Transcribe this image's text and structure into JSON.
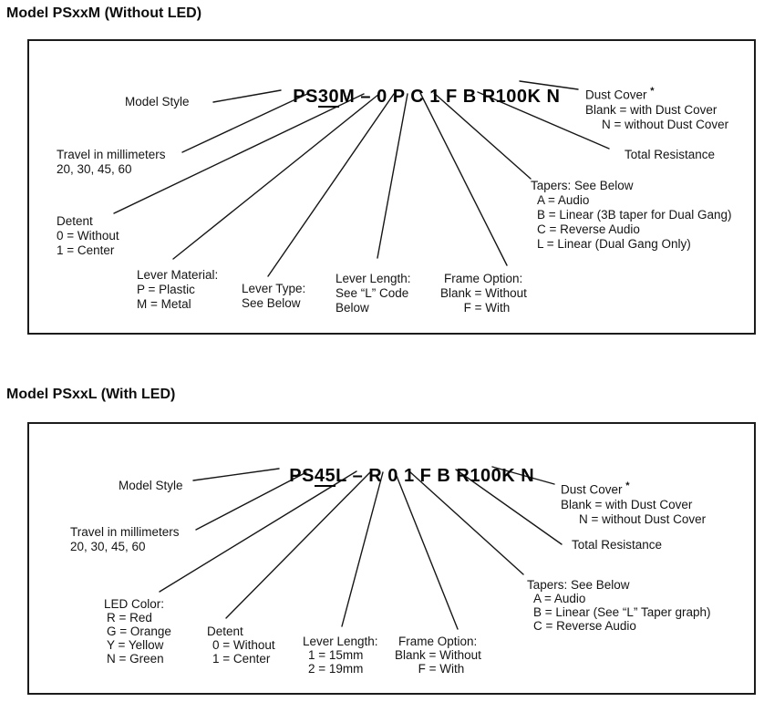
{
  "sections": [
    {
      "title": "Model PSxxM (Without LED)",
      "part_number": {
        "prefix": "PS",
        "underlined": "30",
        "suffix": "M – 0 P C 1 F B R100K N"
      },
      "model_style": "Model Style",
      "travel": [
        "Travel in millimeters",
        "20, 30, 45, 60"
      ],
      "detent": [
        "Detent",
        "0 = Without",
        "1 = Center"
      ],
      "lever_material": [
        "Lever Material:",
        "P = Plastic",
        "M = Metal"
      ],
      "lever_type": [
        "Lever Type:",
        "See Below"
      ],
      "lever_length": [
        "Lever Length:",
        "See “L” Code",
        "Below"
      ],
      "frame_option": [
        "Frame Option:",
        "Blank = Without",
        "F = With"
      ],
      "dust_cover": {
        "title": "Dust Cover",
        "star": "*",
        "lines": [
          "Blank = with Dust Cover",
          "N = without Dust Cover"
        ]
      },
      "total_resistance": "Total Resistance",
      "tapers": [
        "Tapers: See Below",
        "A = Audio",
        "B = Linear (3B taper for Dual Gang)",
        "C = Reverse Audio",
        "L = Linear (Dual Gang Only)"
      ]
    },
    {
      "title": "Model PSxxL (With LED)",
      "part_number": {
        "prefix": "PS",
        "underlined": "45",
        "suffix": "L – R 0 1 F B R100K N"
      },
      "model_style": "Model Style",
      "travel": [
        "Travel in millimeters",
        "20, 30, 45, 60"
      ],
      "led_color": [
        "LED Color:",
        "R = Red",
        "G = Orange",
        "Y = Yellow",
        "N = Green"
      ],
      "detent": [
        "Detent",
        "0 = Without",
        "1 = Center"
      ],
      "lever_length": [
        "Lever Length:",
        "1 = 15mm",
        "2 = 19mm"
      ],
      "frame_option": [
        "Frame Option:",
        "Blank = Without",
        "F = With"
      ],
      "dust_cover": {
        "title": "Dust Cover",
        "star": "*",
        "lines": [
          "Blank = with Dust Cover",
          "N = without Dust Cover"
        ]
      },
      "total_resistance": "Total Resistance",
      "tapers": [
        "Tapers: See Below",
        "A = Audio",
        "B = Linear (See “L” Taper graph)",
        "C = Reverse Audio"
      ]
    }
  ]
}
